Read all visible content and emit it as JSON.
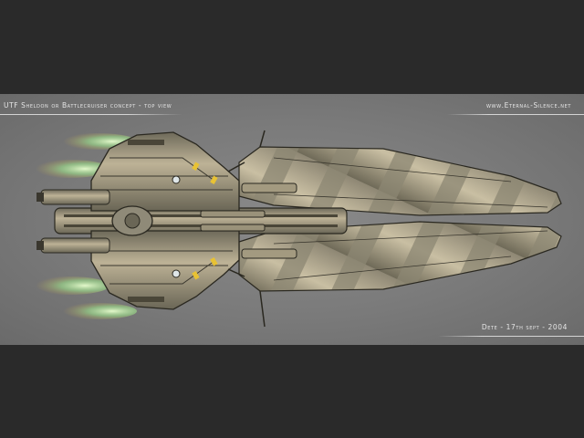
{
  "captions": {
    "title": "UTF Sheldon or Battlecruiser concept - top view",
    "site": "www.Eternal-Silence.net",
    "credit": "Dete - 17th sept - 2004"
  },
  "illustration": {
    "subject": "battlecruiser-top-view",
    "colors": {
      "background": "#2b2b2b",
      "panel": "#7c7c7c",
      "hull": "#b8ac8e",
      "hull_shadow": "#5e5a4c",
      "stripe": "#9a9482",
      "engine_glow": "#b8ff9a",
      "text": "#e6e6e6"
    }
  }
}
